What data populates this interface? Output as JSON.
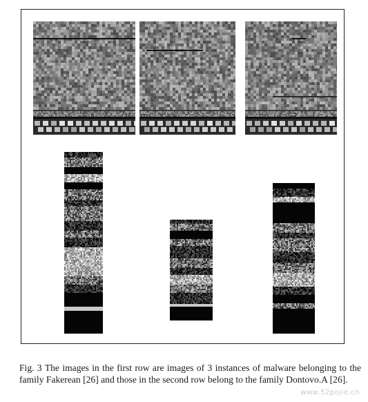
{
  "figure": {
    "family_row1": "Fakerean",
    "family_row2": "Dontovo.A"
  },
  "caption": {
    "text": "Fig. 3 The images in the first row are images of 3 instances of malware belonging to the family Fakerean [26] and those in the second row belong to the family Dontovo.A [26]."
  },
  "watermark": {
    "text": "www.52pojie.cn"
  }
}
